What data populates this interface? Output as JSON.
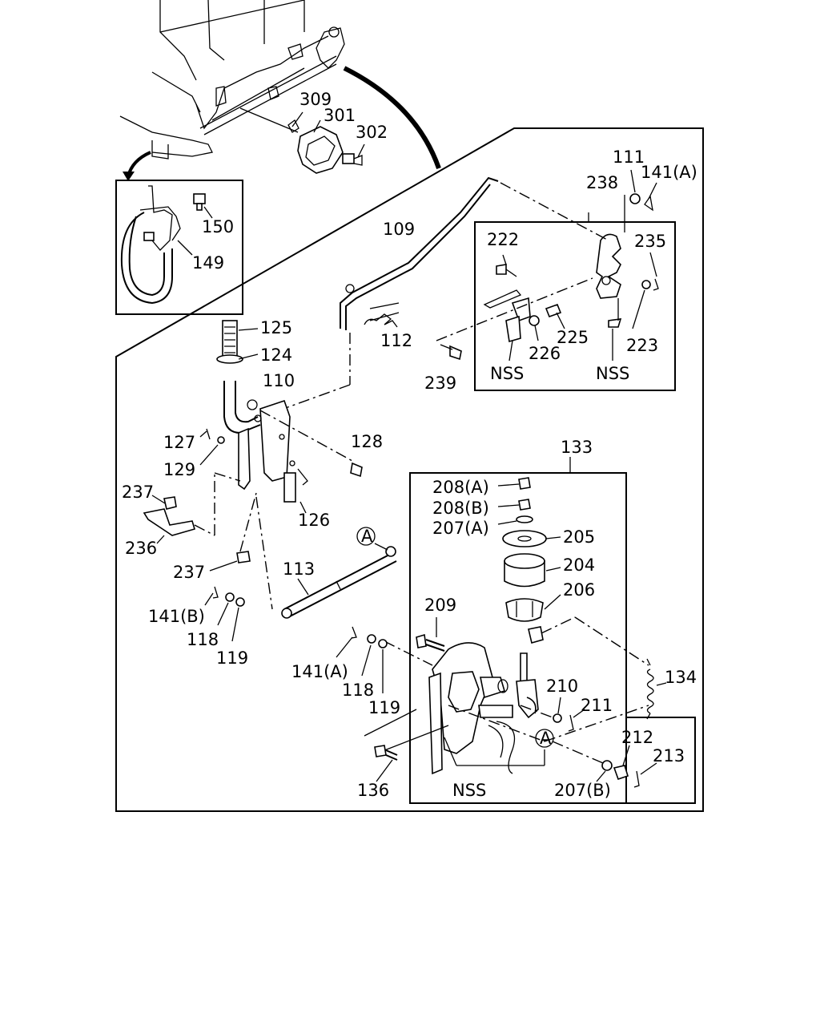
{
  "labels": {
    "p309": "309",
    "p301": "301",
    "p302": "302",
    "p150": "150",
    "p149": "149",
    "p111": "111",
    "p141a_top": "141(A)",
    "p238": "238",
    "p222": "222",
    "p235": "235",
    "p225": "225",
    "p226": "226",
    "p223": "223",
    "nss_top_left": "NSS",
    "nss_top_right": "NSS",
    "p109": "109",
    "p112": "112",
    "p239": "239",
    "p125": "125",
    "p124": "124",
    "p110": "110",
    "p127": "127",
    "p129": "129",
    "p128": "128",
    "p126": "126",
    "p237_left": "237",
    "p236": "236",
    "p237_mid": "237",
    "p141b": "141(B)",
    "p118_left": "118",
    "p119_left": "119",
    "p113": "113",
    "ref_a_top": "A",
    "p133": "133",
    "p208a": "208(A)",
    "p208b": "208(B)",
    "p207a": "207(A)",
    "p205": "205",
    "p204": "204",
    "p206": "206",
    "p209": "209",
    "p141a_mid": "141(A)",
    "p118_mid": "118",
    "p119_mid": "119",
    "p210": "210",
    "p211": "211",
    "p134": "134",
    "ref_a_bottom": "A",
    "p212": "212",
    "p213": "213",
    "p136": "136",
    "nss_bottom": "NSS",
    "p207b": "207(B)"
  }
}
